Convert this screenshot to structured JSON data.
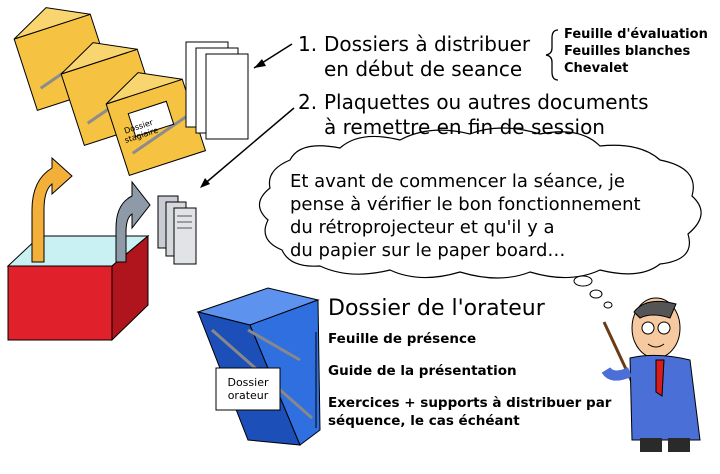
{
  "items": [
    {
      "number": "1.",
      "lines": [
        "Dossiers à distribuer",
        "en début de seance"
      ]
    },
    {
      "number": "2.",
      "lines": [
        "Plaquettes ou autres documents",
        "à remettre en fin de session"
      ]
    }
  ],
  "distribute_list": [
    "Feuille d'évaluation",
    "Feuilles blanches",
    "Chevalet"
  ],
  "thought": {
    "lines": [
      "Et avant de commencer la séance, je",
      "pense à vérifier le bon fonctionnement",
      "du rétroprojecteur et qu'il y a",
      "du papier sur le paper board…"
    ]
  },
  "orator": {
    "title": "Dossier de l'orateur",
    "items": [
      "Feuille de présence",
      "Guide de la présentation",
      "Exercices + supports à distribuer par",
      "séquence, le cas échéant"
    ],
    "folder_label": [
      "Dossier",
      "orateur"
    ]
  },
  "stagiaire_folder_label": [
    "Dossier",
    "stagiaire"
  ],
  "colors": {
    "folder_yellow": "#f5c242",
    "folder_blue": "#2f6fe0",
    "box_red": "#e0202a",
    "box_cyan": "#c9f1f4",
    "arrow_gold": "#f2b03a",
    "arrow_gray": "#8f9aa8",
    "cloud_border": "#000000"
  },
  "icons": [
    "yellow-folder-icon",
    "stack-of-papers-icon",
    "brochures-icon",
    "red-box-icon",
    "blue-folder-icon",
    "presenter-with-pointer-icon"
  ]
}
